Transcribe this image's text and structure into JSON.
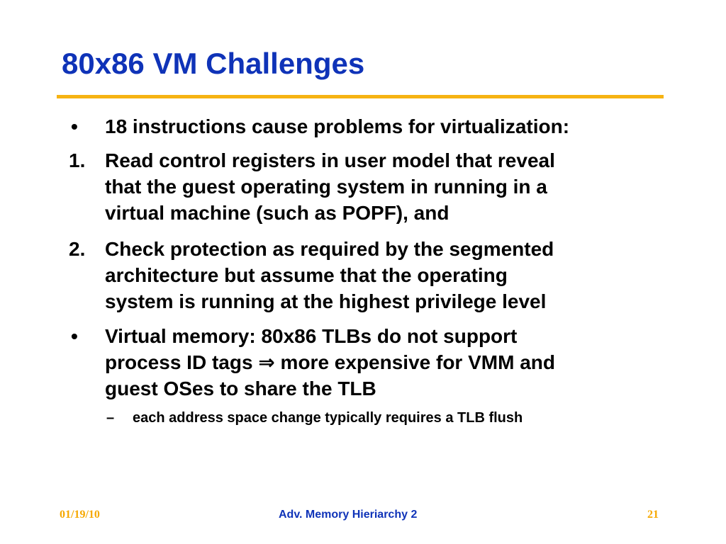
{
  "title": "80x86 VM Challenges",
  "items": [
    {
      "marker": "•",
      "lines": [
        "18 instructions cause problems for virtualization:"
      ]
    },
    {
      "marker": "1.",
      "lines": [
        "Read control registers in user model that reveal",
        "that the guest operating system in running in a",
        "virtual machine (such as POPF), and"
      ]
    },
    {
      "marker": "2.",
      "lines": [
        "Check protection as required by the segmented",
        "architecture but assume that the operating",
        "system is running at the highest privilege level"
      ]
    },
    {
      "marker": "•",
      "lines": [
        "Virtual memory: 80x86 TLBs do not support",
        "process ID tags ⇒ more expensive for VMM and",
        "guest OSes to share the TLB"
      ]
    }
  ],
  "subitem": {
    "marker": "–",
    "text": "each address space change typically requires a TLB flush"
  },
  "footer": {
    "date": "01/19/10",
    "title": "Adv. Memory Hieriarchy 2",
    "page": "21"
  },
  "colors": {
    "title": "#0f33b8",
    "rule": "#f6b312",
    "footer_side": "#f6a800",
    "footer_center": "#0f33b8"
  }
}
